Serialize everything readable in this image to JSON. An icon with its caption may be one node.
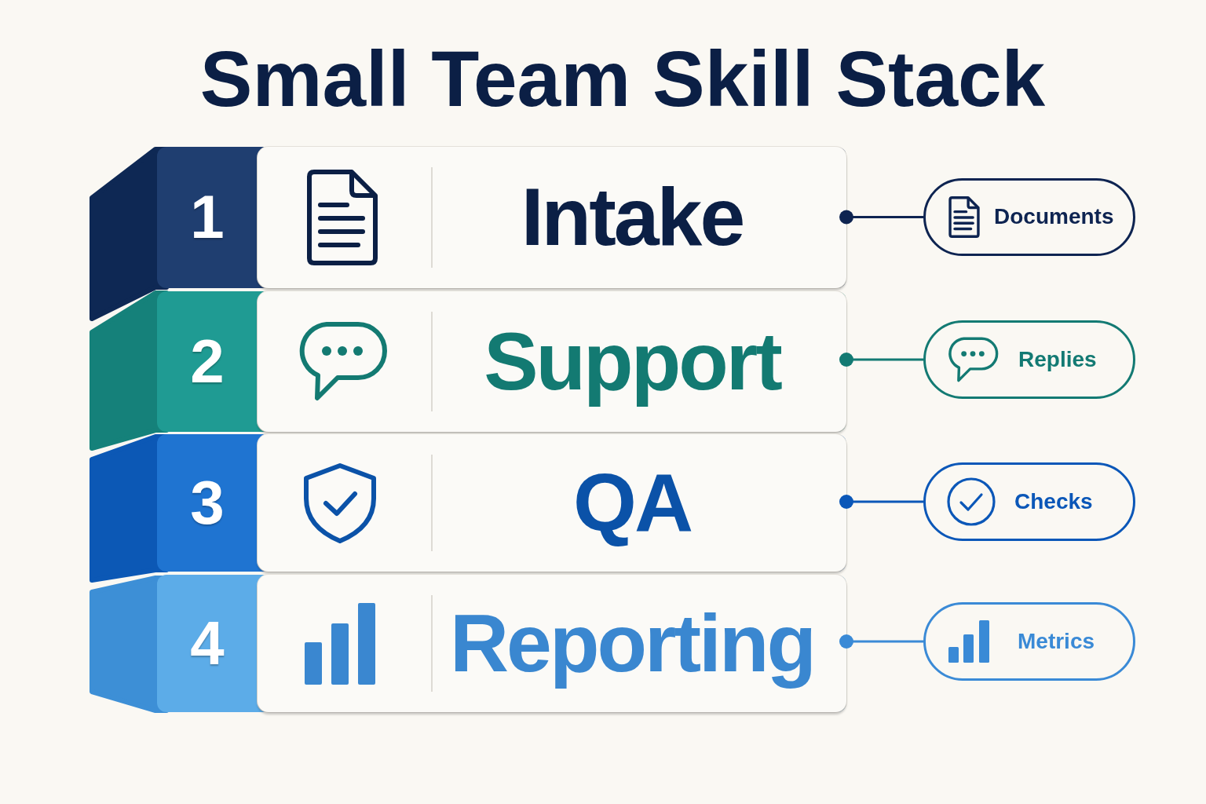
{
  "diagram": {
    "title": "Small Team Skill Stack",
    "nodes": [
      {
        "text": [
          "1",
          "Intake"
        ]
      },
      {
        "text": [
          "Documents"
        ]
      },
      {
        "text": [
          "2",
          "Support"
        ]
      },
      {
        "text": [
          "Replies"
        ]
      },
      {
        "text": [
          "3",
          "QA"
        ]
      },
      {
        "text": [
          "Checks"
        ]
      },
      {
        "text": [
          "4",
          "Reporting"
        ]
      },
      {
        "text": [
          "Metrics"
        ]
      }
    ],
    "edges": [
      {
        "from": 0,
        "to": 1,
        "arrow": "other",
        "color": "#0e2451"
      },
      {
        "from": 2,
        "to": 3,
        "arrow": "other",
        "color": "#137a73"
      },
      {
        "from": 4,
        "to": 5,
        "arrow": "other",
        "color": "#0b57b8"
      },
      {
        "from": 6,
        "to": 7,
        "arrow": "other",
        "color": "#3a8ad6"
      }
    ]
  }
}
